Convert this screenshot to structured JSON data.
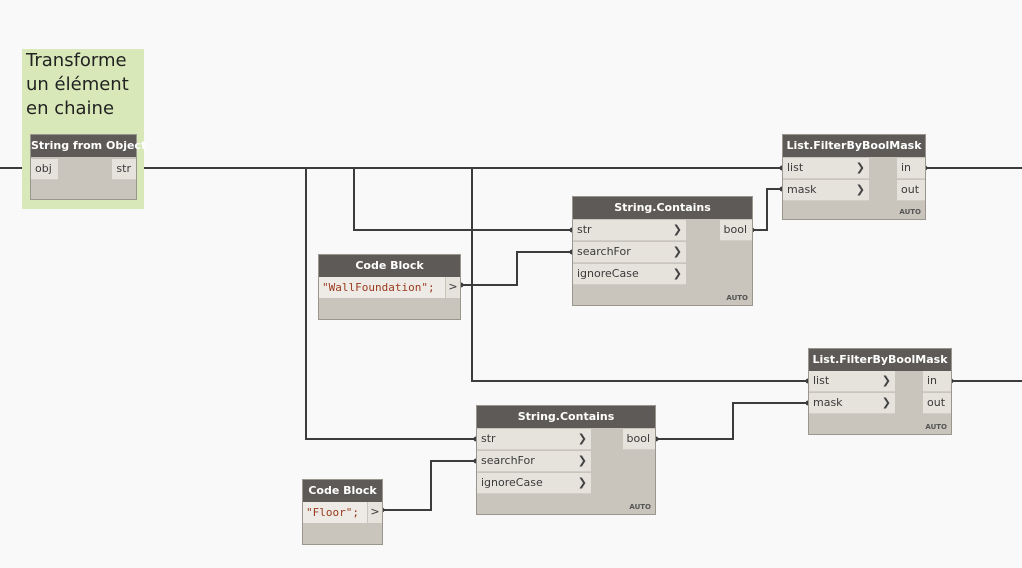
{
  "group": {
    "title": "Transforme\nun élément\nen chaine"
  },
  "nodes": {
    "string_from_object": {
      "title": "String from Object",
      "in_ports": [
        "obj"
      ],
      "out_ports": [
        "str"
      ]
    },
    "string_contains_1": {
      "title": "String.Contains",
      "in_ports": [
        "str",
        "searchFor",
        "ignoreCase"
      ],
      "out_ports": [
        "bool"
      ],
      "lacing": "AUTO"
    },
    "string_contains_2": {
      "title": "String.Contains",
      "in_ports": [
        "str",
        "searchFor",
        "ignoreCase"
      ],
      "out_ports": [
        "bool"
      ],
      "lacing": "AUTO"
    },
    "filter_1": {
      "title": "List.FilterByBoolMask",
      "in_ports": [
        "list",
        "mask"
      ],
      "out_ports": [
        "in",
        "out"
      ],
      "lacing": "AUTO"
    },
    "filter_2": {
      "title": "List.FilterByBoolMask",
      "in_ports": [
        "list",
        "mask"
      ],
      "out_ports": [
        "in",
        "out"
      ],
      "lacing": "AUTO"
    },
    "code_block_1": {
      "title": "Code Block",
      "code": "\"WallFoundation\";",
      "out": ">"
    },
    "code_block_2": {
      "title": "Code Block",
      "code": "\"Floor\";",
      "out": ">"
    }
  },
  "colors": {
    "canvas": "#f9f9f9",
    "group": "#d8e8b8",
    "node_header": "#5d5a57",
    "node_body": "#c9c5bd",
    "port": "#e6e3dd",
    "wire": "#3c3c3c",
    "code_text": "#9a3a1e"
  }
}
